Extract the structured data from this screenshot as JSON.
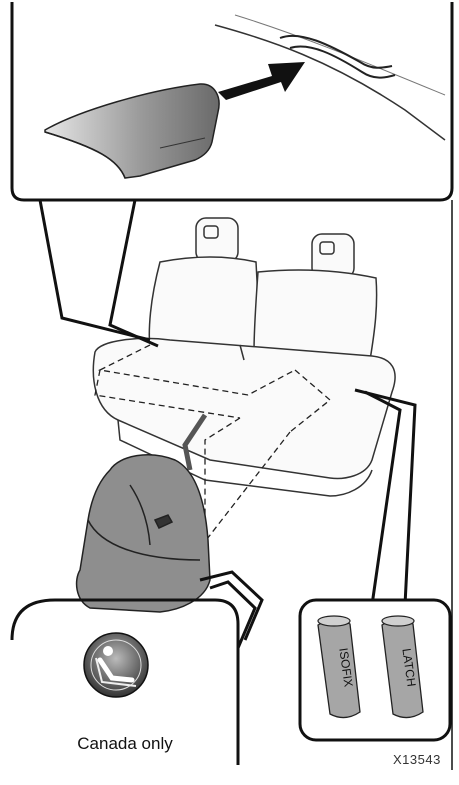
{
  "labels": {
    "canada_only": "Canada only",
    "isofix": "ISOFIX",
    "latch": "LATCH",
    "figure_code": "X13543"
  },
  "icons": [
    "child-seat-anchor-icon",
    "arrow-icon"
  ]
}
